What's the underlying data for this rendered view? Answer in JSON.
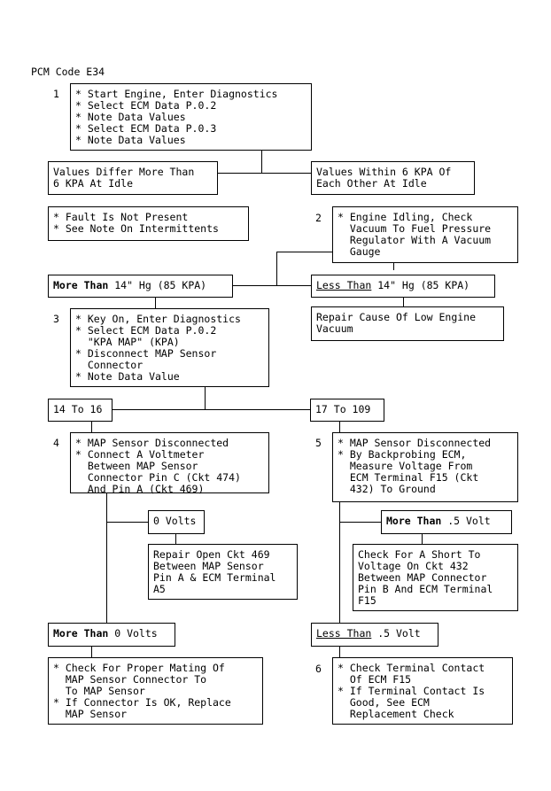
{
  "title": "PCM Code E34",
  "steps": {
    "s1": "1",
    "s2": "2",
    "s3": "3",
    "s4": "4",
    "s5": "5",
    "s6": "6"
  },
  "box1": [
    "* Start Engine, Enter Diagnostics",
    "* Select ECM Data P.0.2",
    "* Note Data Values",
    "* Select ECM Data P.0.3",
    "* Note Data Values"
  ],
  "box_differ": [
    "Values Differ More Than",
    "6 KPA At Idle"
  ],
  "box_within": [
    "Values Within 6 KPA Of",
    "Each Other At Idle"
  ],
  "box_fault": [
    "* Fault Is Not Present",
    "* See Note On Intermittents"
  ],
  "box2": [
    "* Engine Idling, Check",
    "  Vacuum To Fuel Pressure",
    "  Regulator With A Vacuum",
    "  Gauge"
  ],
  "more14": {
    "bold": "More Than",
    "rest": " 14\" Hg (85 KPA)"
  },
  "less14": {
    "under": "Less Than",
    "rest": " 14\" Hg (85 KPA)"
  },
  "box_repair_vac": [
    "Repair Cause Of Low Engine",
    "Vacuum"
  ],
  "box3": [
    "* Key On, Enter Diagnostics",
    "* Select ECM Data P.0.2",
    "  \"KPA MAP\" (KPA)",
    "* Disconnect MAP Sensor",
    "  Connector",
    "* Note Data Value"
  ],
  "range1": "14 To 16",
  "range2": "17 To 109",
  "box4": [
    "* MAP Sensor Disconnected",
    "* Connect A Voltmeter",
    "  Between MAP Sensor",
    "  Connector Pin C (Ckt 474)",
    "  And Pin A (Ckt 469)"
  ],
  "box5": [
    "* MAP Sensor Disconnected",
    "* By Backprobing ECM,",
    "  Measure Voltage From",
    "  ECM Terminal F15 (Ckt",
    "  432) To Ground"
  ],
  "zero_volts": "0 Volts",
  "more_half": {
    "bold": "More Than",
    "rest": " .5 Volt"
  },
  "box_repair_open": [
    "Repair Open Ckt 469",
    "Between MAP Sensor",
    "Pin A & ECM Terminal",
    "A5"
  ],
  "box_short": [
    "Check For A Short To",
    "Voltage On Ckt 432",
    "Between MAP Connector",
    "Pin B And ECM Terminal",
    "F15"
  ],
  "more_zero": {
    "bold": "More Than",
    "rest": " 0 Volts"
  },
  "less_half": {
    "under": "Less Than",
    "rest": " .5 Volt"
  },
  "box_mating": [
    "* Check For Proper Mating Of",
    "  MAP Sensor Connector To",
    "  To MAP Sensor",
    "* If Connector Is OK, Replace",
    "  MAP Sensor"
  ],
  "box6": [
    "* Check Terminal Contact",
    "  Of ECM F15",
    "* If Terminal Contact Is",
    "  Good, See ECM",
    "  Replacement Check"
  ]
}
